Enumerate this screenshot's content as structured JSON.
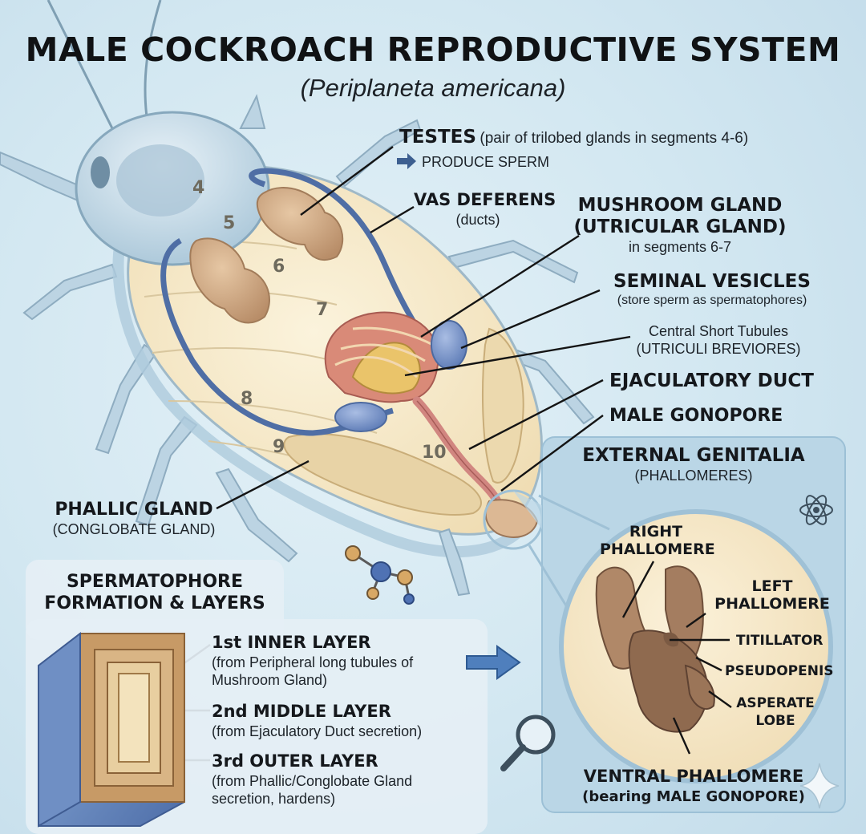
{
  "title": "MALE COCKROACH REPRODUCTIVE SYSTEM",
  "subtitle": "(Periplaneta americana)",
  "segments": [
    "4",
    "5",
    "6",
    "7",
    "8",
    "9",
    "10"
  ],
  "labels": {
    "testes": {
      "title": "TESTES",
      "detail": "(pair of trilobed glands in segments 4-6)",
      "note": "PRODUCE SPERM"
    },
    "vas_deferens": {
      "title": "VAS DEFERENS",
      "detail": "(ducts)"
    },
    "mushroom_gland": {
      "title_line1": "MUSHROOM GLAND",
      "title_line2": "(UTRICULAR GLAND)",
      "detail": "in segments 6-7"
    },
    "seminal_vesicles": {
      "title": "SEMINAL VESICLES",
      "detail": "(store sperm as spermatophores)"
    },
    "central_tubules": {
      "line1": "Central Short Tubules",
      "line2": "(UTRICULI BREVIORES)"
    },
    "ejaculatory_duct": {
      "title": "EJACULATORY DUCT"
    },
    "male_gonopore": {
      "title": "MALE GONOPORE"
    },
    "phallic_gland": {
      "title": "PHALLIC GLAND",
      "detail": "(CONGLOBATE GLAND)"
    }
  },
  "genitalia": {
    "title": "EXTERNAL GENITALIA",
    "subtitle": "(PHALLOMERES)",
    "right_phallomere": [
      "RIGHT",
      "PHALLOMERE"
    ],
    "left_phallomere": [
      "LEFT",
      "PHALLOMERE"
    ],
    "titillator": "TITILLATOR",
    "pseudopenis": "PSEUDOPENIS",
    "asperate_lobe": [
      "ASPERATE",
      "LOBE"
    ],
    "ventral_phallomere": "VENTRAL PHALLOMERE",
    "ventral_detail": "(bearing MALE GONOPORE)"
  },
  "spermatophore": {
    "title_line1": "SPERMATOPHORE",
    "title_line2": "FORMATION & LAYERS",
    "layers": [
      {
        "name": "1st INNER LAYER",
        "detail": "(from Peripheral long tubules of Mushroom Gland)"
      },
      {
        "name": "2nd MIDDLE LAYER",
        "detail": "(from Ejaculatory Duct secretion)"
      },
      {
        "name": "3rd OUTER LAYER",
        "detail": "(from Phallic/Conglobate Gland secretion, hardens)"
      }
    ]
  },
  "colors": {
    "background": "#d6e9f2",
    "body_fill": "#f6e9c8",
    "exoskeleton": "#a9c9dc",
    "testes": "#d2ae8a",
    "duct": "#7f97c6",
    "mushroom": "#d98a78",
    "ejaculatory_duct": "#d18680",
    "phallic_gland": "#e8d3a6",
    "phallomere": "#9a7558",
    "spermatophore_outer": "#c79a66",
    "capsule_blue": "#6f8fc4"
  },
  "icons": [
    "atom-icon",
    "molecule-icon",
    "magnifier-icon",
    "sparkle-icon",
    "arrow-right-icon"
  ]
}
